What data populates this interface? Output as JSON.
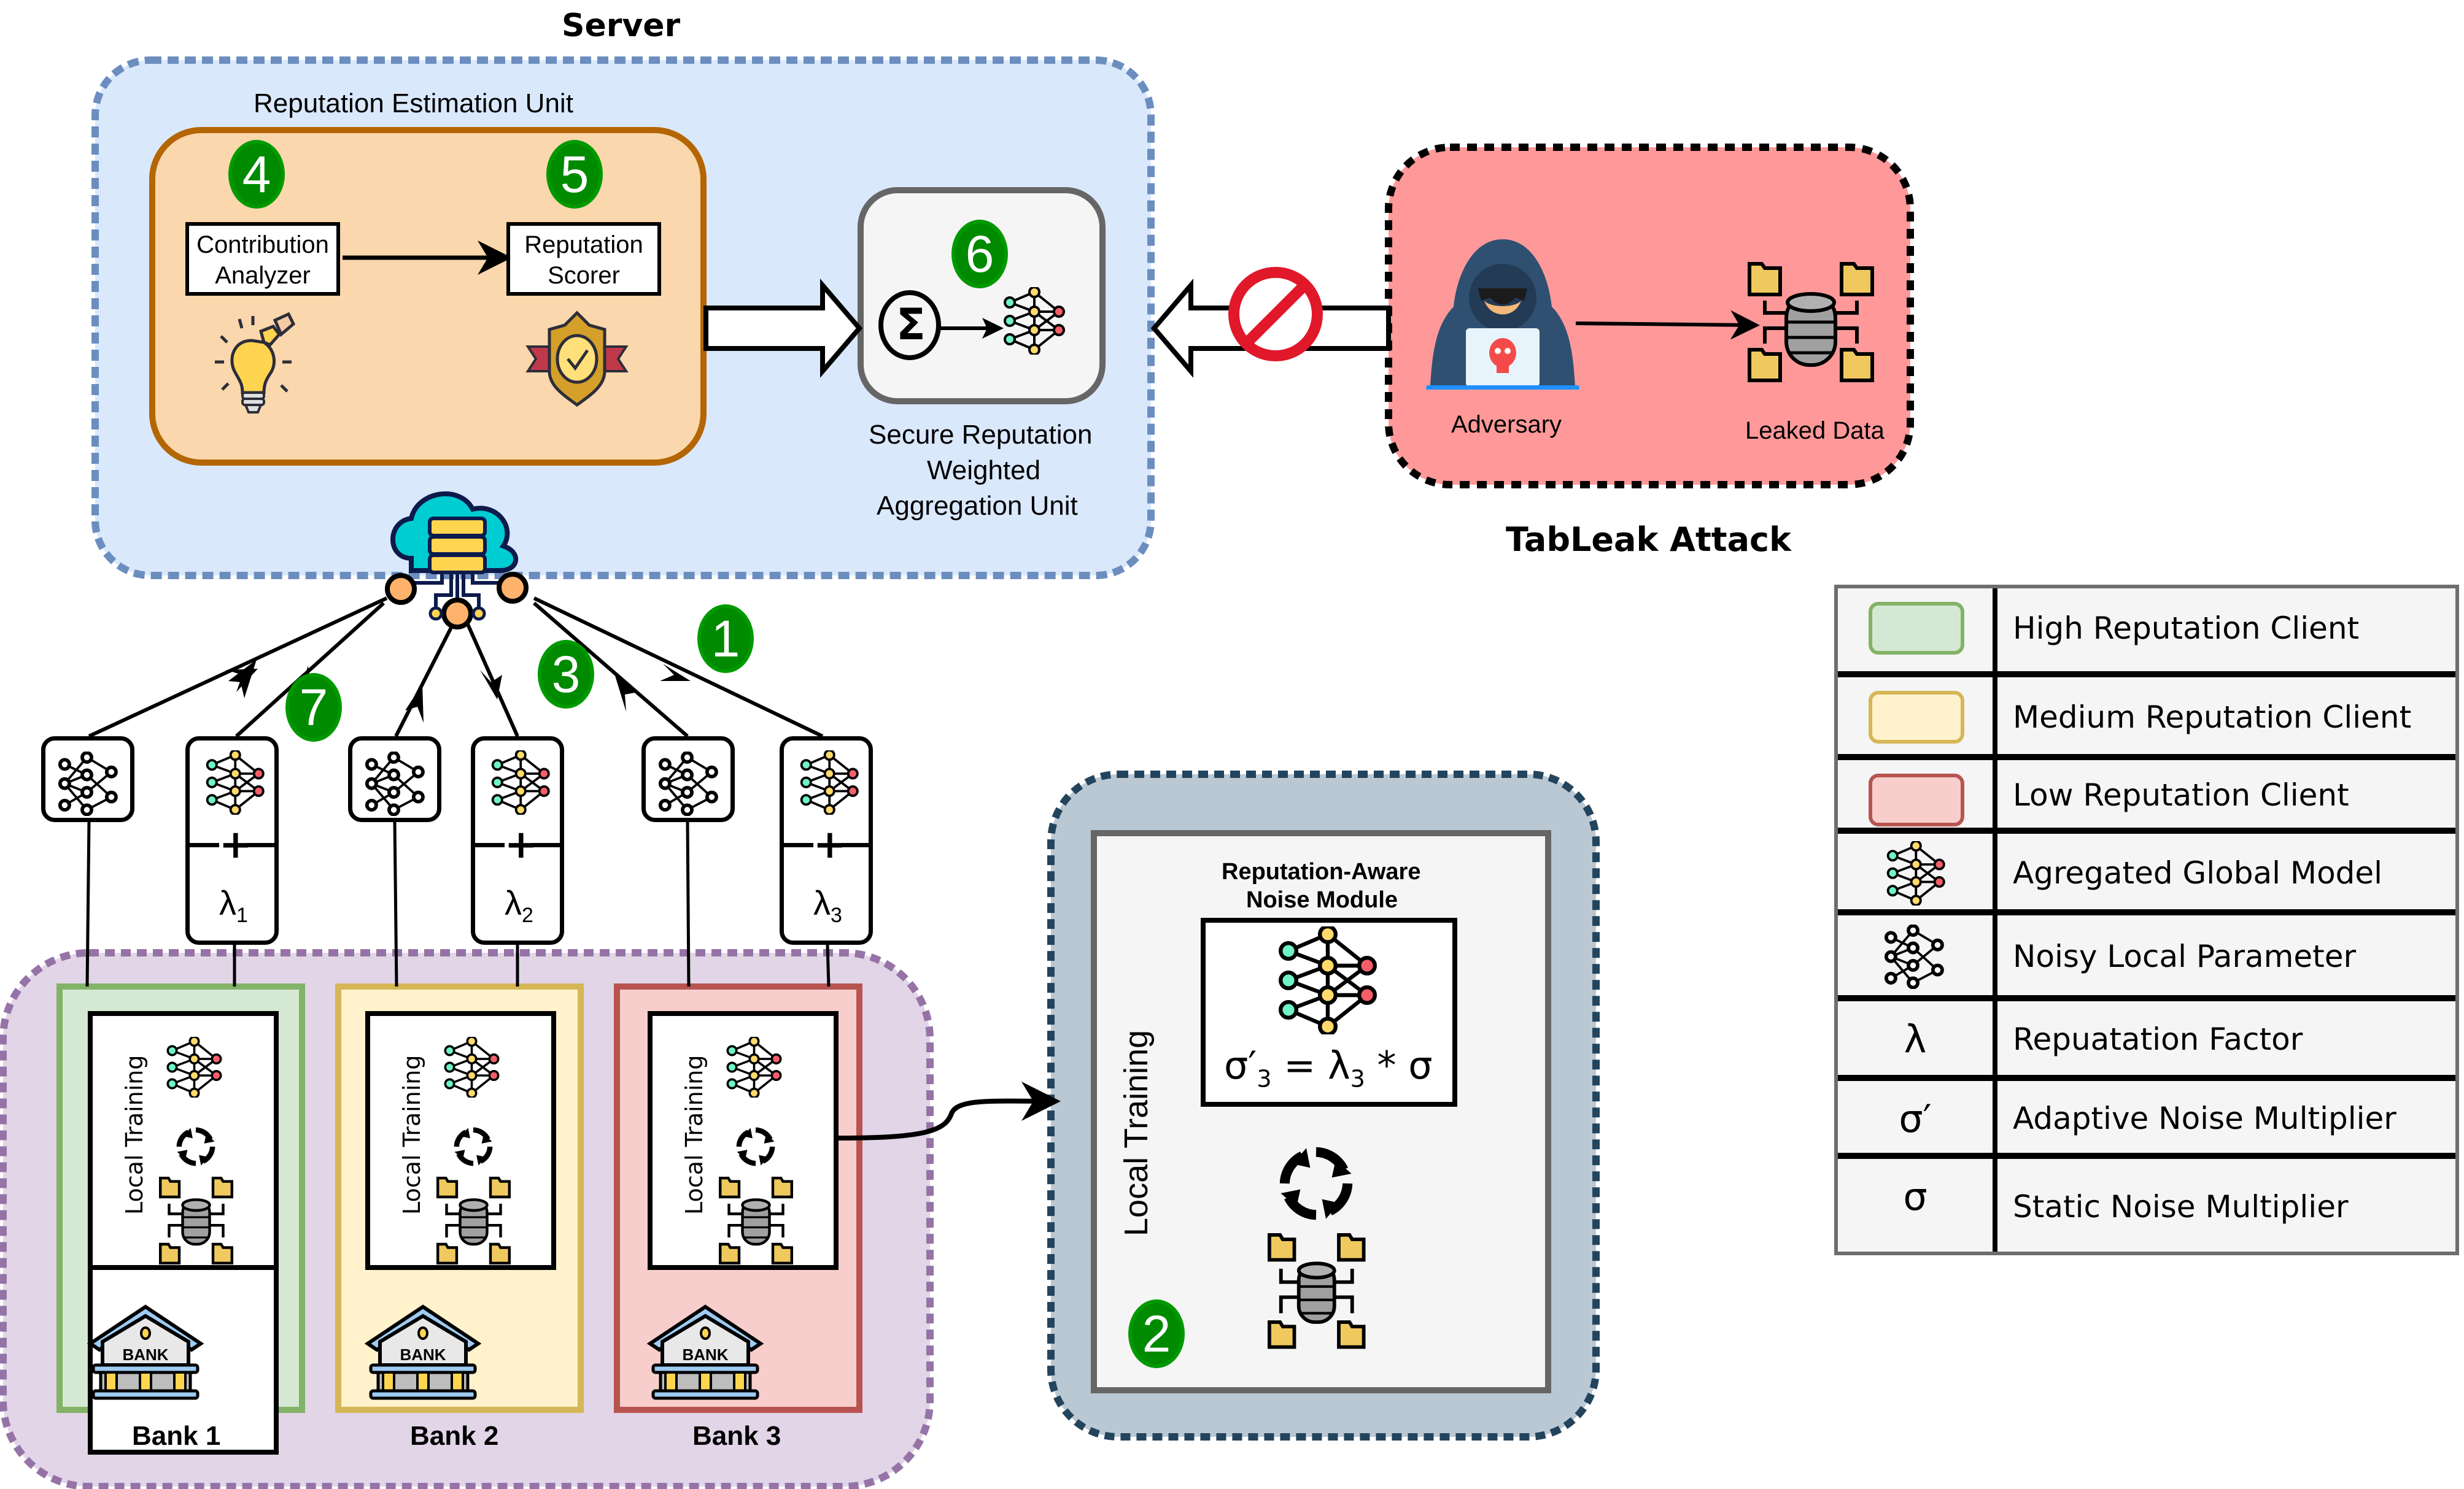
{
  "server": {
    "title": "Server",
    "reputation_unit": {
      "title": "Reputation Estimation Unit",
      "contribution_analyzer": {
        "line1": "Contribution",
        "line2": "Analyzer",
        "step": "4"
      },
      "reputation_scorer": {
        "line1": "Reputation",
        "line2": "Scorer",
        "step": "5"
      }
    },
    "aggregation_unit": {
      "step": "6",
      "sigma_symbol": "Σ",
      "caption_line1": "Secure Reputation",
      "caption_line2": "Weighted",
      "caption_line3": "Aggregation Unit"
    }
  },
  "attack": {
    "title": "TabLeak Attack",
    "adversary_label": "Adversary",
    "leaked_label": "Leaked Data"
  },
  "steps": {
    "s1": "1",
    "s2": "2",
    "s3": "3",
    "s7": "7"
  },
  "clients": [
    {
      "name": "Bank 1",
      "lambda": "λ",
      "lambda_sub": "1",
      "plus": "+",
      "local_training": "Local Training",
      "bank_sign": "BANK",
      "fill": "#d5e8d4",
      "stroke": "#82b366"
    },
    {
      "name": "Bank 2",
      "lambda": "λ",
      "lambda_sub": "2",
      "plus": "+",
      "local_training": "Local Training",
      "bank_sign": "BANK",
      "fill": "#fff2cc",
      "stroke": "#d6b656"
    },
    {
      "name": "Bank 3",
      "lambda": "λ",
      "lambda_sub": "3",
      "plus": "+",
      "local_training": "Local Training",
      "bank_sign": "BANK",
      "fill": "#f8cecc",
      "stroke": "#b85450"
    }
  ],
  "noise_panel": {
    "local_training": "Local Training",
    "module_title_line1": "Reputation-Aware",
    "module_title_line2": "Noise Module",
    "formula": {
      "sigma_prime": "σ′",
      "sub1": "3",
      "equals": " = ",
      "lambda": "λ",
      "sub2": "3",
      "rest": " * σ"
    },
    "step": "2"
  },
  "legend": {
    "rows": [
      {
        "symbol": "",
        "label": "High Reputation Client",
        "swatch_fill": "#d5e8d4",
        "swatch_stroke": "#82b366"
      },
      {
        "symbol": "",
        "label": "Medium Reputation Client",
        "swatch_fill": "#fff2cc",
        "swatch_stroke": "#d6b656"
      },
      {
        "symbol": "",
        "label": "Low Reputation Client",
        "swatch_fill": "#f8cecc",
        "swatch_stroke": "#b85450"
      },
      {
        "symbol": "",
        "label": "Agregated Global Model"
      },
      {
        "symbol": "",
        "label": "Noisy Local Parameter"
      },
      {
        "symbol": "λ",
        "label": "Repuatation Factor"
      },
      {
        "symbol": "σ′",
        "label": "Adaptive Noise Multiplier"
      },
      {
        "symbol": "σ",
        "label": "Static Noise Multiplier"
      }
    ]
  },
  "colors": {
    "server_fill": "#dae8fc",
    "server_stroke": "#6c8ebf",
    "rep_unit_fill": "#fad7ac",
    "rep_unit_stroke": "#b46504",
    "attack_fill": "#ff9999",
    "clients_group_fill": "#e1d5e7",
    "clients_group_stroke": "#9673a6",
    "noise_outer_fill": "#bac8d3",
    "noise_outer_stroke": "#23445d",
    "step_badge": "#008a00"
  }
}
